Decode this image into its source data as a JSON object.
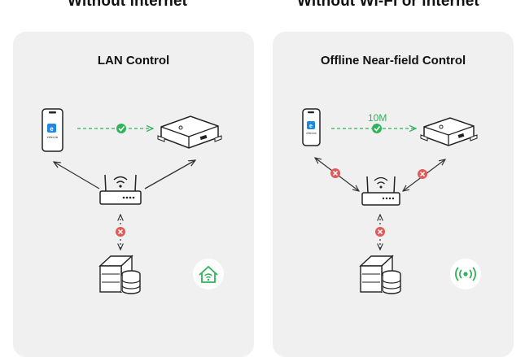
{
  "headings": {
    "left": "Without internet",
    "right": "Without Wi-Fi or internet"
  },
  "panels": [
    {
      "title": "LAN Control",
      "phone_app_label": "eWeLink",
      "connection_status": "ok",
      "router_links": "ok",
      "cloud_link": "blocked",
      "badge_icon": "home-wifi-icon"
    },
    {
      "title": "Offline Near-field Control",
      "phone_app_label": "eWeLink",
      "distance_label": "10M",
      "connection_status": "ok",
      "router_links": "blocked",
      "cloud_link": "blocked",
      "badge_icon": "radio-signal-icon"
    }
  ],
  "colors": {
    "accent_green": "#2fb35a",
    "blocked_red": "#e05a5a",
    "panel_bg": "#f0f0f0"
  }
}
